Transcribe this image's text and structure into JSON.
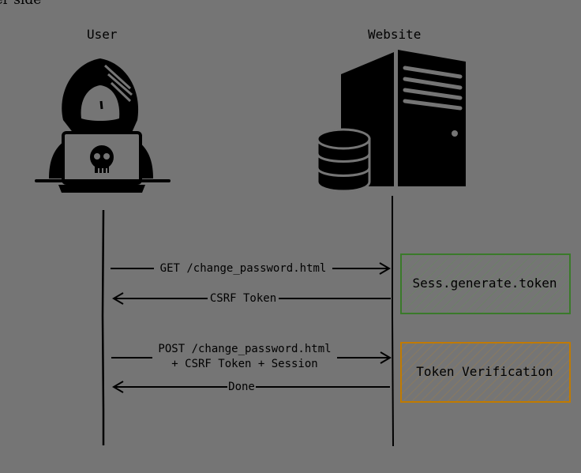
{
  "heading_partial": "ver side",
  "actors": {
    "user": "User",
    "website": "Website"
  },
  "icons": {
    "user": "hooded-hacker-icon",
    "website": "server-database-icon"
  },
  "messages": [
    {
      "label": "GET /change_password.html",
      "direction": "right"
    },
    {
      "label": "CSRF Token",
      "direction": "left"
    },
    {
      "label_line1": "POST /change_password.html",
      "label_line2": "+ CSRF Token + Session",
      "direction": "right"
    },
    {
      "label": "Done",
      "direction": "left"
    }
  ],
  "notes": [
    {
      "label": "Sess.generate.token",
      "color": "#3a7a2a"
    },
    {
      "label": "Token Verification",
      "color": "#c07a00"
    }
  ],
  "colors": {
    "background": "#757575",
    "ink": "#000000",
    "note_green": "#3a7a2a",
    "note_orange": "#c07a00"
  }
}
